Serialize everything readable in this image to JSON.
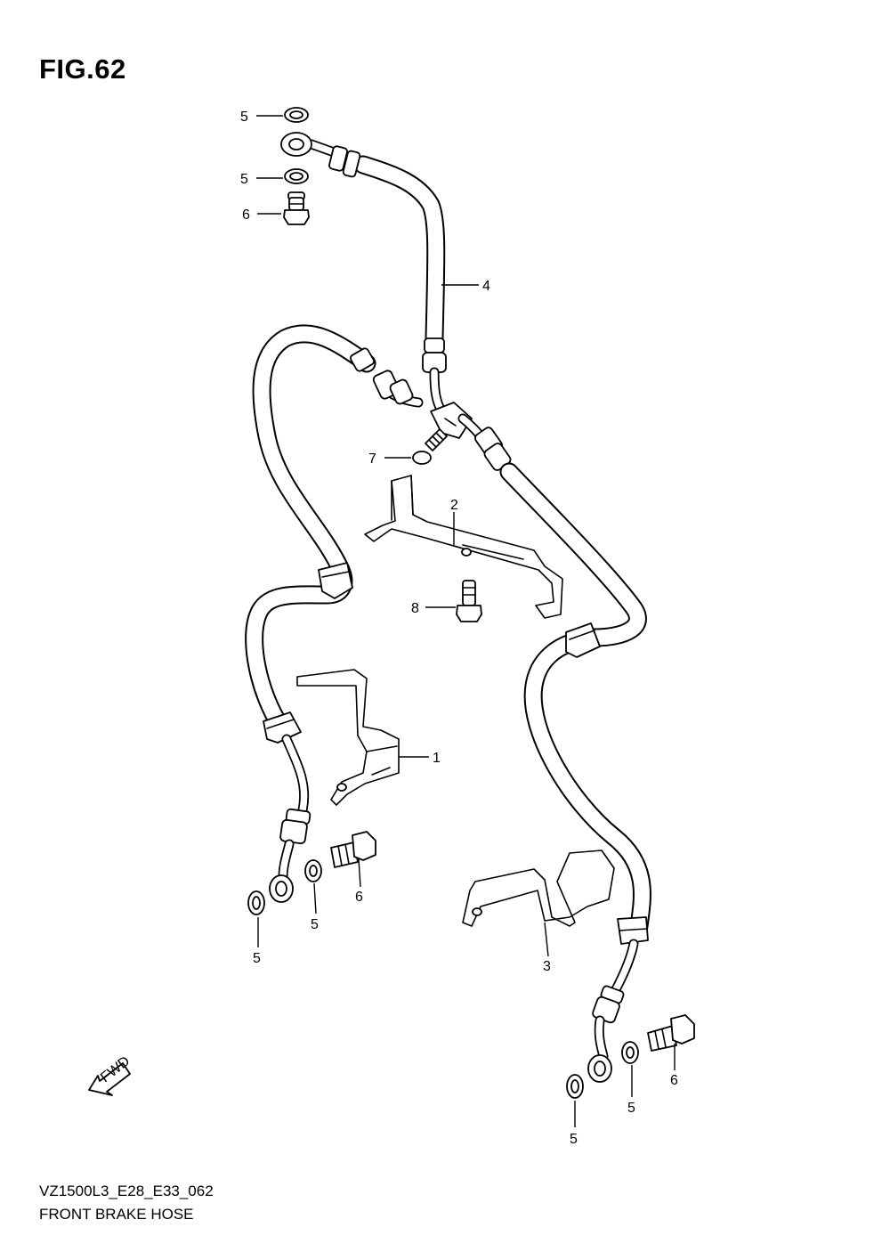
{
  "figure": {
    "title": "FIG.62",
    "model_code": "VZ1500L3_E28_E33_062",
    "name": "FRONT BRAKE HOSE"
  },
  "fwd_badge": "FWD",
  "callouts": [
    {
      "id": "c1",
      "label": "1"
    },
    {
      "id": "c2",
      "label": "2"
    },
    {
      "id": "c3",
      "label": "3"
    },
    {
      "id": "c4",
      "label": "4"
    },
    {
      "id": "c5a",
      "label": "5"
    },
    {
      "id": "c5b",
      "label": "5"
    },
    {
      "id": "c5c",
      "label": "5"
    },
    {
      "id": "c5d",
      "label": "5"
    },
    {
      "id": "c5e",
      "label": "5"
    },
    {
      "id": "c5f",
      "label": "5"
    },
    {
      "id": "c6a",
      "label": "6"
    },
    {
      "id": "c6b",
      "label": "6"
    },
    {
      "id": "c6c",
      "label": "6"
    },
    {
      "id": "c7",
      "label": "7"
    },
    {
      "id": "c8",
      "label": "8"
    }
  ]
}
